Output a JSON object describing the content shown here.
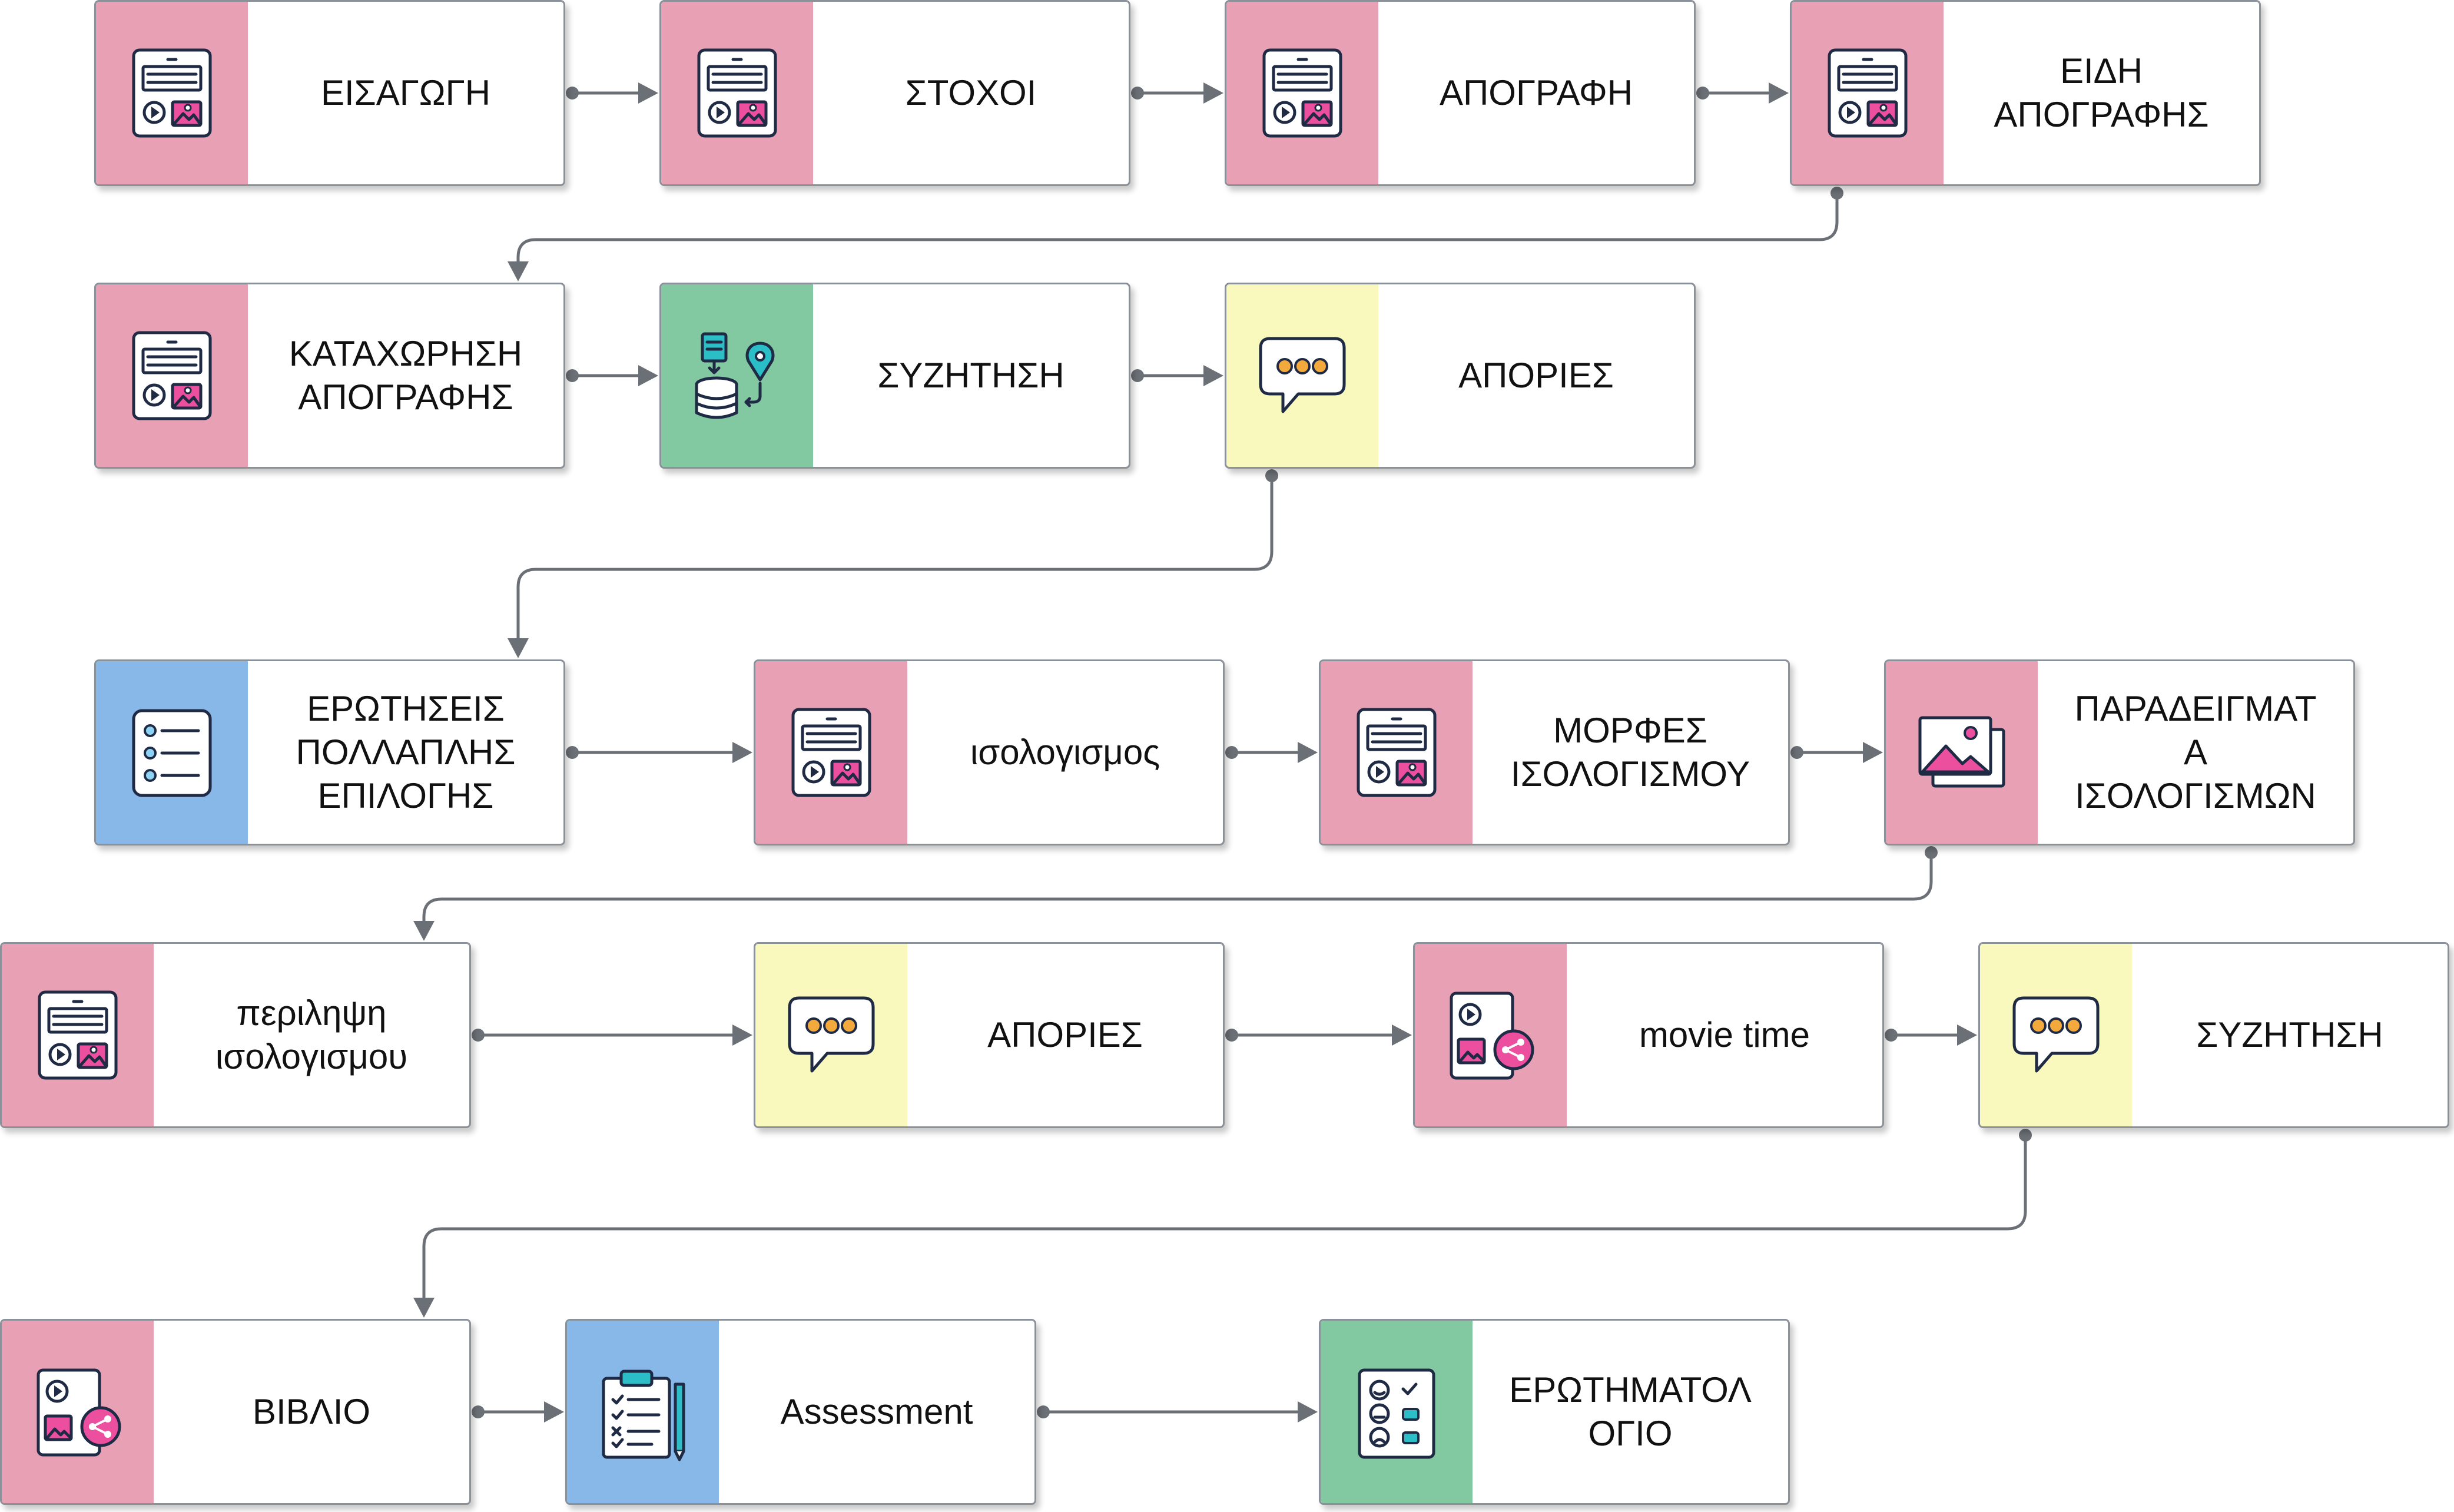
{
  "colors": {
    "pink": "#e8a0b4",
    "green": "#82c9a1",
    "yellow": "#f9f8bd",
    "blue": "#87b8e8",
    "connector": "#6b7077"
  },
  "nodes": [
    {
      "label": "ΕΙΣΑΓΩΓΗ",
      "color": "pink",
      "icon": "media-document-icon"
    },
    {
      "label": "ΣΤΟΧΟΙ",
      "color": "pink",
      "icon": "media-document-icon"
    },
    {
      "label": "ΑΠΟΓΡΑΦΗ",
      "color": "pink",
      "icon": "media-document-icon"
    },
    {
      "label": "ΕΙΔΗ\nΑΠΟΓΡΑΦΗΣ",
      "color": "pink",
      "icon": "media-document-icon"
    },
    {
      "label": "ΚΑΤΑΧΩΡΗΣΗ\nΑΠΟΓΡΑΦΗΣ",
      "color": "pink",
      "icon": "media-document-icon"
    },
    {
      "label": "ΣΥΖΗΤΗΣΗ",
      "color": "green",
      "icon": "database-location-icon"
    },
    {
      "label": "ΑΠΟΡΙΕΣ",
      "color": "yellow",
      "icon": "chat-bubble-icon"
    },
    {
      "label": "ΕΡΩΤΗΣΕΙΣ\nΠΟΛΛΑΠΛΗΣ\nΕΠΙΛΟΓΗΣ",
      "color": "blue",
      "icon": "checklist-icon"
    },
    {
      "label": "ισολογισμος",
      "color": "pink",
      "icon": "media-document-icon"
    },
    {
      "label": "ΜΟΡΦΕΣ\nΙΣΟΛΟΓΙΣΜΟΥ",
      "color": "pink",
      "icon": "media-document-icon"
    },
    {
      "label": "ΠΑΡΑΔΕΙΓΜΑΤ\nΑ\nΙΣΟΛΟΓΙΣΜΩΝ",
      "color": "pink",
      "icon": "image-gallery-icon"
    },
    {
      "label": "περιληψη\nισολογισμου",
      "color": "pink",
      "icon": "media-document-icon"
    },
    {
      "label": "ΑΠΟΡΙΕΣ",
      "color": "yellow",
      "icon": "chat-bubble-icon"
    },
    {
      "label": "movie time",
      "color": "pink",
      "icon": "media-share-icon"
    },
    {
      "label": "ΣΥΖΗΤΗΣΗ",
      "color": "yellow",
      "icon": "chat-bubble-icon"
    },
    {
      "label": "ΒΙΒΛΙΟ",
      "color": "pink",
      "icon": "media-share-icon"
    },
    {
      "label": "Assessment",
      "color": "blue",
      "icon": "clipboard-checklist-icon"
    },
    {
      "label": "ΕΡΩΤΗΜΑΤΟΛ\nΟΓΙΟ",
      "color": "green",
      "icon": "feedback-survey-icon"
    }
  ]
}
